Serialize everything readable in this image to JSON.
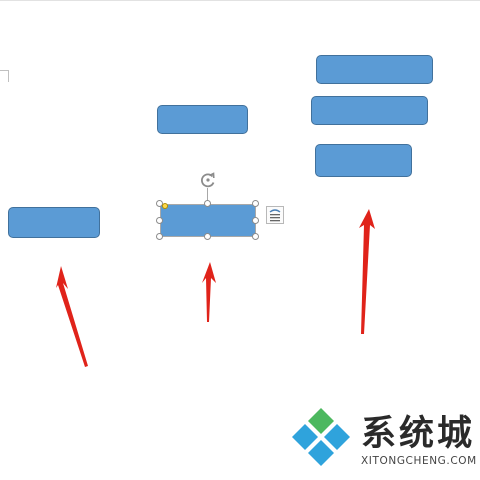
{
  "canvas": {
    "background": "#ffffff"
  },
  "shapes": {
    "fill_color": "#5b9bd5",
    "border_color": "#41719c",
    "count": 6
  },
  "selection": {
    "handle_color": "#ffffff",
    "adjust_handle_color": "#ffd84a",
    "rotate_icon": "rotate-handle-icon",
    "layout_options_icon": "layout-options-icon"
  },
  "annotations": {
    "arrow_color": "#e0231a",
    "arrow_count": 3
  },
  "watermark": {
    "name_cn": "系统城",
    "domain": "XITONGCHENG.COM",
    "logo_colors": [
      "#2fa3dc",
      "#4cb85f"
    ]
  }
}
